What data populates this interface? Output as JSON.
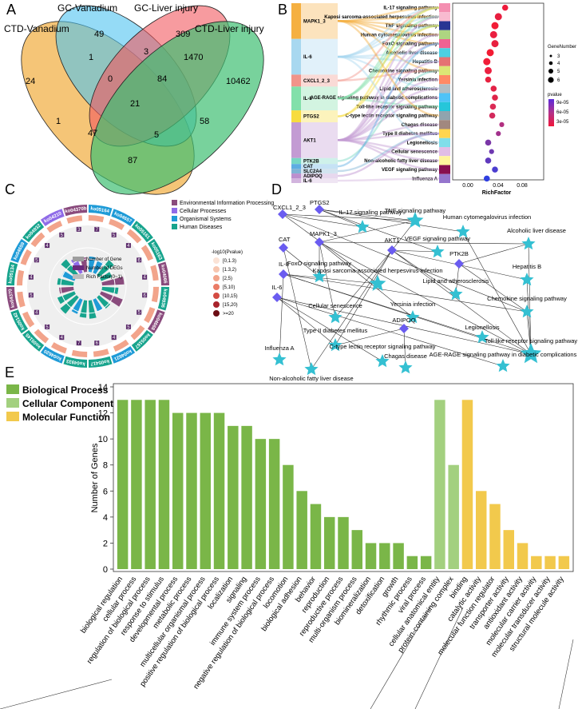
{
  "panels": {
    "A": "A",
    "B": "B",
    "C": "C",
    "D": "D",
    "E": "E"
  },
  "venn": {
    "sets": [
      "CTD-Vanadium",
      "GC-Vanadium",
      "GC-Liver injury",
      "CTD-Liver injury"
    ],
    "colors": [
      "#f2b24a",
      "#4fc3f0",
      "#f1585f",
      "#3fbf72"
    ],
    "regions": [
      "24",
      "49",
      "309",
      "10462",
      "1",
      "3",
      "1470",
      "0",
      "84",
      "21",
      "1",
      "47",
      "5",
      "58",
      "87"
    ]
  },
  "sankey": {
    "genes": [
      "MAPK1_3",
      "IL-6",
      "CXCL1_2_3",
      "IL-8",
      "PTGS2",
      "AKT1",
      "PTK2B",
      "CAT",
      "SLC2A4",
      "ADIPOQ",
      "IL-6"
    ],
    "gene_colors": [
      "#f5b041",
      "#a8d8f0",
      "#f1948a",
      "#82e0aa",
      "#f7dc3f",
      "#c39bd3",
      "#76d7c4",
      "#5dade2",
      "#7fb3d5",
      "#bb8fce",
      "#d2b4de"
    ],
    "pathways": [
      "IL-17 signaling pathway",
      "Kaposi sarcoma-associated herpesvirus infection",
      "TNF signaling pathway",
      "Human cytomegalovirus infection",
      "FoxO signaling pathway",
      "Alcoholic liver disease",
      "Hepatitis B",
      "Chemokine signaling pathway",
      "Yersinia infection",
      "Lipid and atherosclerosis",
      "AGE-RAGE signaling pathway in diabetic complications",
      "Toll-like receptor signaling pathway",
      "C-type lectin receptor signaling pathway",
      "Chagas disease",
      "Type II diabetes mellitus",
      "Legionellosis",
      "Cellular senescence",
      "Non-alcoholic fatty liver disease",
      "VEGF signaling pathway",
      "Influenza A"
    ],
    "pathway_colors": [
      "#f48fb1",
      "#f8bbd0",
      "#283593",
      "#aed581",
      "#f06292",
      "#4dd0e1",
      "#e57373",
      "#dce775",
      "#ff8a65",
      "#b0bec5",
      "#4fc3f7",
      "#26c6da",
      "#90a4ae",
      "#a1887f",
      "#ffd54f",
      "#80deea",
      "#e1bee7",
      "#fff59d",
      "#880e4f",
      "#9575cd"
    ]
  },
  "dotplot": {
    "xlabel": "RichFactor",
    "xticks": [
      "0.00",
      "0.04",
      "0.08"
    ],
    "legend_size_title": "GeneNumber",
    "legend_sizes": [
      "3",
      "4",
      "5",
      "6"
    ],
    "legend_color_title": "pvalue",
    "legend_color_ticks": [
      "9e-05",
      "6e-05",
      "3e-05"
    ],
    "points": [
      {
        "rich": 0.055,
        "size": 4,
        "color": "#ee1b3b"
      },
      {
        "rich": 0.045,
        "size": 5,
        "color": "#e81e3f"
      },
      {
        "rich": 0.04,
        "size": 5,
        "color": "#f21c36"
      },
      {
        "rich": 0.038,
        "size": 5,
        "color": "#ea1f40"
      },
      {
        "rich": 0.04,
        "size": 5,
        "color": "#e8203f"
      },
      {
        "rich": 0.033,
        "size": 5,
        "color": "#f31b33"
      },
      {
        "rich": 0.028,
        "size": 5,
        "color": "#f11d38"
      },
      {
        "rich": 0.03,
        "size": 5,
        "color": "#ec2040"
      },
      {
        "rich": 0.03,
        "size": 4,
        "color": "#e7213f"
      },
      {
        "rich": 0.038,
        "size": 4,
        "color": "#e32246"
      },
      {
        "rich": 0.04,
        "size": 4,
        "color": "#df2448"
      },
      {
        "rich": 0.037,
        "size": 4,
        "color": "#db2a55"
      },
      {
        "rich": 0.036,
        "size": 4,
        "color": "#d32a5c"
      },
      {
        "rich": 0.05,
        "size": 3,
        "color": "#b22f80"
      },
      {
        "rich": 0.045,
        "size": 3,
        "color": "#a2318c"
      },
      {
        "rich": 0.03,
        "size": 4,
        "color": "#7a36a7"
      },
      {
        "rich": 0.035,
        "size": 3,
        "color": "#6e38b0"
      },
      {
        "rich": 0.03,
        "size": 4,
        "color": "#5f39bd"
      },
      {
        "rich": 0.04,
        "size": 4,
        "color": "#4b3dd0"
      },
      {
        "rich": 0.028,
        "size": 4,
        "color": "#2f3fe0"
      }
    ]
  },
  "circos": {
    "legend": [
      "Environmental Information Processing",
      "Cellular Processes",
      "Organismal Systems",
      "Human Diseases"
    ],
    "legend_colors": [
      "#8a4b7d",
      "#8f6be8",
      "#1f9bd7",
      "#17a48d"
    ],
    "inner_legend": [
      "Number of Gene",
      "Number of DEGs",
      "Rich Factor(0~1)"
    ],
    "pvalue_title": "-log10(Pvalue)",
    "pvalue_bins": [
      "[0,1.3)",
      "[1.3,2)",
      "[2,5)",
      "[5,10)",
      "[10,15)",
      "[15,20)",
      ">=20"
    ],
    "pvalue_colors": [
      "#fbe3d6",
      "#f7c6b0",
      "#f2a48b",
      "#ea7b66",
      "#d44b42",
      "#a8232b",
      "#6b0d13"
    ],
    "ids": [
      "ko05164",
      "ko04657",
      "ko05161",
      "ko05163",
      "ko04066",
      "ko04936",
      "ko04668",
      "ko05167",
      "ko04621",
      "ko05417",
      "ko04933",
      "ko04620",
      "ko05145",
      "ko05142",
      "ko04370",
      "ko05134",
      "ko04659",
      "ko04932",
      "ko04210",
      "ko04370b"
    ],
    "id_colors": [
      "#1f9bd7",
      "#1f9bd7",
      "#17a48d",
      "#17a48d",
      "#8a4b7d",
      "#17a48d",
      "#8a4b7d",
      "#17a48d",
      "#1f9bd7",
      "#17a48d",
      "#17a48d",
      "#1f9bd7",
      "#17a48d",
      "#17a48d",
      "#8a4b7d",
      "#17a48d",
      "#1f9bd7",
      "#17a48d",
      "#8f6be8",
      "#8a4b7d"
    ],
    "counts": [
      "7",
      "5",
      "4",
      "6",
      "4",
      "6",
      "5",
      "5",
      "4",
      "6",
      "7",
      "4",
      "5",
      "4",
      "5",
      "4",
      "5",
      "4",
      "5",
      "3"
    ],
    "bar_heights": [
      0.55,
      0.45,
      0.75,
      0.35,
      0.9,
      0.6,
      0.95,
      0.5,
      0.4,
      0.7,
      0.65,
      0.55,
      0.85,
      0.7,
      0.5,
      0.6,
      0.45,
      0.8,
      0.6,
      0.5
    ],
    "bar_colors": [
      "#1f9bd7",
      "#1f9bd7",
      "#17a48d",
      "#17a48d",
      "#8a4b7d",
      "#17a48d",
      "#8a4b7d",
      "#17a48d",
      "#1f9bd7",
      "#17a48d",
      "#17a48d",
      "#1f9bd7",
      "#17a48d",
      "#17a48d",
      "#8a4b7d",
      "#17a48d",
      "#1f9bd7",
      "#17a48d",
      "#8f6be8",
      "#8a4b7d"
    ]
  },
  "network": {
    "nodes": [
      {
        "label": "CXCL1_2_3",
        "shape": "diamond"
      },
      {
        "label": "PTGS2",
        "shape": "diamond"
      },
      {
        "label": "IL-17 signaling pathway",
        "shape": "star"
      },
      {
        "label": "TNF signaling pathway",
        "shape": "star"
      },
      {
        "label": "Human cytomegalovirus infection",
        "shape": "star"
      },
      {
        "label": "CAT",
        "shape": "diamond"
      },
      {
        "label": "MAPK1_3",
        "shape": "diamond"
      },
      {
        "label": "AKT1",
        "shape": "diamond"
      },
      {
        "label": "VEGF signaling pathway",
        "shape": "star"
      },
      {
        "label": "Alcoholic liver disease",
        "shape": "star"
      },
      {
        "label": "IL-8",
        "shape": "diamond"
      },
      {
        "label": "FoxO signaling pathway",
        "shape": "star"
      },
      {
        "label": "PTK2B",
        "shape": "diamond"
      },
      {
        "label": "Kaposi sarcoma-associated herpesvirus infection",
        "shape": "star"
      },
      {
        "label": "Hepatitis B",
        "shape": "star"
      },
      {
        "label": "IL-6",
        "shape": "diamond"
      },
      {
        "label": "Lipid and atherosclerosis",
        "shape": "star"
      },
      {
        "label": "Chemokine signaling pathway",
        "shape": "star"
      },
      {
        "label": "Cellular senescence",
        "shape": "star"
      },
      {
        "label": "Yersinia infection",
        "shape": "star"
      },
      {
        "label": "ADIPOQ",
        "shape": "diamond"
      },
      {
        "label": "Type II diabetes mellitus",
        "shape": "star"
      },
      {
        "label": "Legionellosis",
        "shape": "star"
      },
      {
        "label": "Toll-like receptor signaling pathway",
        "shape": "star"
      },
      {
        "label": "Influenza A",
        "shape": "star"
      },
      {
        "label": "C-type lectin receptor signaling pathway",
        "shape": "star"
      },
      {
        "label": "Non-alcoholic fatty liver disease",
        "shape": "star"
      },
      {
        "label": "Chagas disease",
        "shape": "star"
      },
      {
        "label": "AGE-RAGE signaling pathway in diabetic complications",
        "shape": "star"
      }
    ],
    "colors": {
      "gene": "#6a5cf0",
      "pathway": "#34c0d2"
    }
  },
  "chart_data": {
    "type": "bar",
    "ylabel": "Number of Genes",
    "ylim": [
      0,
      14
    ],
    "yticks": [
      "0",
      "2",
      "4",
      "6",
      "8",
      "10",
      "12",
      "14"
    ],
    "legend": [
      "Biological Process",
      "Cellular Component",
      "Molecular Function"
    ],
    "legend_colors": [
      "#7ab648",
      "#a3d07f",
      "#f2c94c"
    ],
    "categories": [
      "biological regulation",
      "cellular process",
      "regulation of biological process",
      "response to stimulus",
      "developmental process",
      "metabolic process",
      "multicellular organismal process",
      "positive regulation of biological process",
      "localization",
      "signaling",
      "immune system process",
      "negative regulation of biological process",
      "locomotion",
      "biological adhesion",
      "behavior",
      "reproduction",
      "reproductive process",
      "multi-organism process",
      "biomineralization",
      "detoxification",
      "growth",
      "rhythmic process",
      "viral process",
      "cellular anatomical entity",
      "protein-containing complex",
      "binding",
      "catalytic activity",
      "molecular function regulator",
      "transporter activity",
      "antioxidant activity",
      "molecular carrier activity",
      "molecular transducer activity",
      "structural molecule activity"
    ],
    "values": [
      13,
      13,
      13,
      13,
      12,
      12,
      12,
      12,
      11,
      11,
      10,
      10,
      8,
      6,
      5,
      4,
      4,
      3,
      2,
      2,
      2,
      1,
      1,
      13,
      8,
      13,
      6,
      5,
      3,
      2,
      1,
      1,
      1
    ],
    "groups": [
      0,
      0,
      0,
      0,
      0,
      0,
      0,
      0,
      0,
      0,
      0,
      0,
      0,
      0,
      0,
      0,
      0,
      0,
      0,
      0,
      0,
      0,
      0,
      1,
      1,
      2,
      2,
      2,
      2,
      2,
      2,
      2,
      2
    ]
  }
}
